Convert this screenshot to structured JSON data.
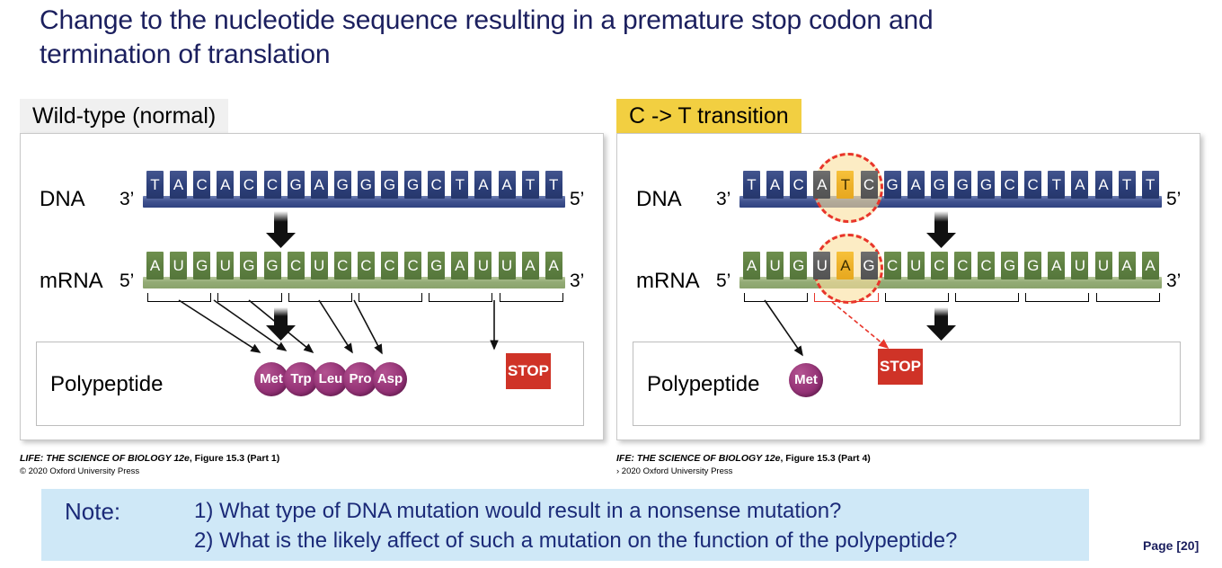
{
  "slide": {
    "title": "Change to the nucleotide sequence resulting in a premature stop codon and termination of translation",
    "page_number": "Page [20]"
  },
  "panels": [
    {
      "id": "wild-type",
      "tag": "Wild-type (normal)",
      "tag_color": "#f0f0f0",
      "rows": {
        "dna": "DNA",
        "mrna": "mRNA",
        "polypeptide": "Polypeptide"
      },
      "dna": {
        "left_end": "3’",
        "right_end": "5’",
        "bases": [
          "T",
          "A",
          "C",
          "A",
          "C",
          "C",
          "G",
          "A",
          "G",
          "G",
          "G",
          "G",
          "C",
          "T",
          "A",
          "A",
          "T",
          "T"
        ]
      },
      "mrna": {
        "left_end": "5’",
        "right_end": "3’",
        "bases": [
          "A",
          "U",
          "G",
          "U",
          "G",
          "G",
          "C",
          "U",
          "C",
          "C",
          "C",
          "C",
          "G",
          "A",
          "U",
          "U",
          "A",
          "A"
        ]
      },
      "codons": [
        "AUG",
        "UGG",
        "CUC",
        "CCC",
        "GAU",
        "UAA"
      ],
      "amino_acids": [
        "Met",
        "Trp",
        "Leu",
        "Pro",
        "Asp"
      ],
      "stop_label": "STOP",
      "credit": {
        "book": "LIFE: THE SCIENCE OF BIOLOGY 12e",
        "figure": ", Figure 15.3 (Part 1)",
        "copyright": "© 2020 Oxford University Press"
      }
    },
    {
      "id": "c-to-t-transition",
      "tag": "C -> T transition",
      "tag_color": "#f2cf41",
      "rows": {
        "dna": "DNA",
        "mrna": "mRNA",
        "polypeptide": "Polypeptide"
      },
      "dna": {
        "left_end": "3’",
        "right_end": "5’",
        "bases": [
          "T",
          "A",
          "C",
          "A",
          "T",
          "C",
          "G",
          "A",
          "G",
          "G",
          "G",
          "C",
          "C",
          "T",
          "A",
          "A",
          "T",
          "T"
        ],
        "highlight_indices": [
          3,
          4,
          5
        ],
        "mutated_index": 4
      },
      "mrna": {
        "left_end": "5’",
        "right_end": "3’",
        "bases": [
          "A",
          "U",
          "G",
          "U",
          "A",
          "G",
          "C",
          "U",
          "C",
          "C",
          "C",
          "G",
          "G",
          "A",
          "U",
          "U",
          "A",
          "A"
        ],
        "highlight_indices": [
          3,
          4,
          5
        ],
        "mutated_index": 4
      },
      "codons": [
        "AUG",
        "UAG",
        "CUC",
        "CCG",
        "GAU",
        "UAA"
      ],
      "stop_codon_index": 1,
      "amino_acids": [
        "Met"
      ],
      "stop_label": "STOP",
      "credit": {
        "book": "IFE: THE SCIENCE OF BIOLOGY 12e",
        "figure": ", Figure 15.3 (Part 4)",
        "copyright": "› 2020 Oxford University Press"
      }
    }
  ],
  "note": {
    "label": "Note:",
    "line1": "1) What type of DNA mutation would result in a nonsense mutation?",
    "line2": "2) What is the likely affect of such a mutation on the function of the polypeptide?"
  },
  "colors": {
    "title": "#1b1f5e",
    "dna_base": "#2c3f79",
    "rna_base": "#5d7f41",
    "mutation_highlight": "#edb12a",
    "mutation_circle": "#e8352a",
    "stop_box": "#cf3327",
    "amino_acid": "#9c3a7c",
    "note_bg": "#cfe8f7",
    "tag_wild": "#f0f0f0",
    "tag_mut": "#f2cf41"
  }
}
